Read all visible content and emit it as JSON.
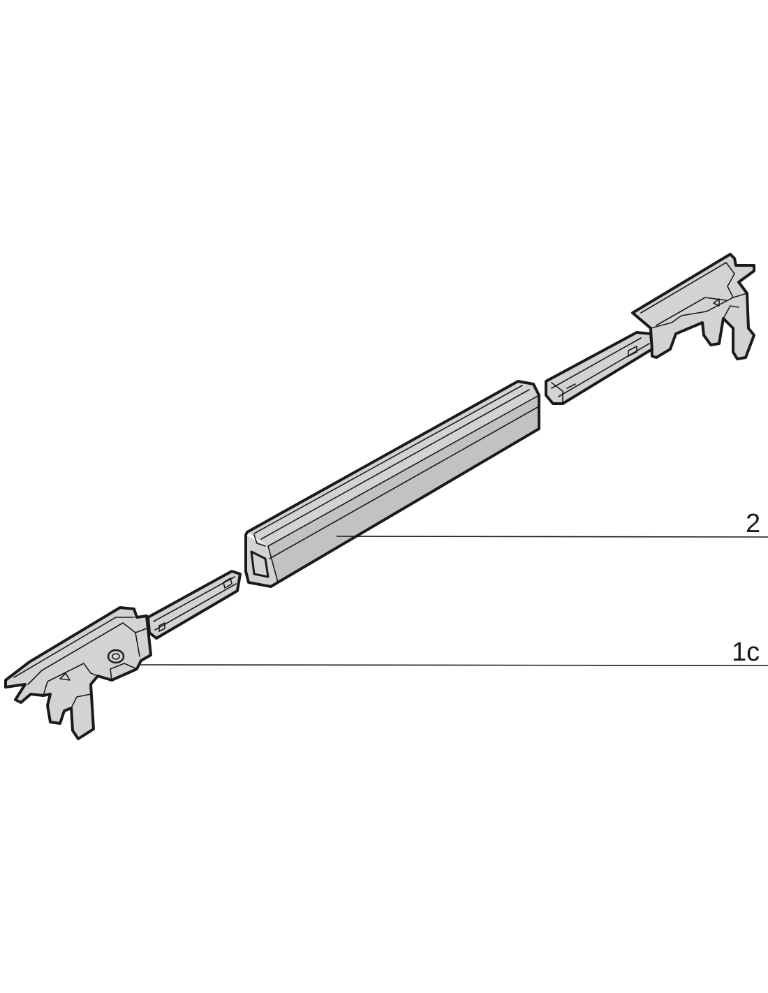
{
  "diagram": {
    "callouts": [
      {
        "id": "callout-2",
        "label": "2"
      },
      {
        "id": "callout-1c",
        "label": "1c"
      }
    ]
  }
}
